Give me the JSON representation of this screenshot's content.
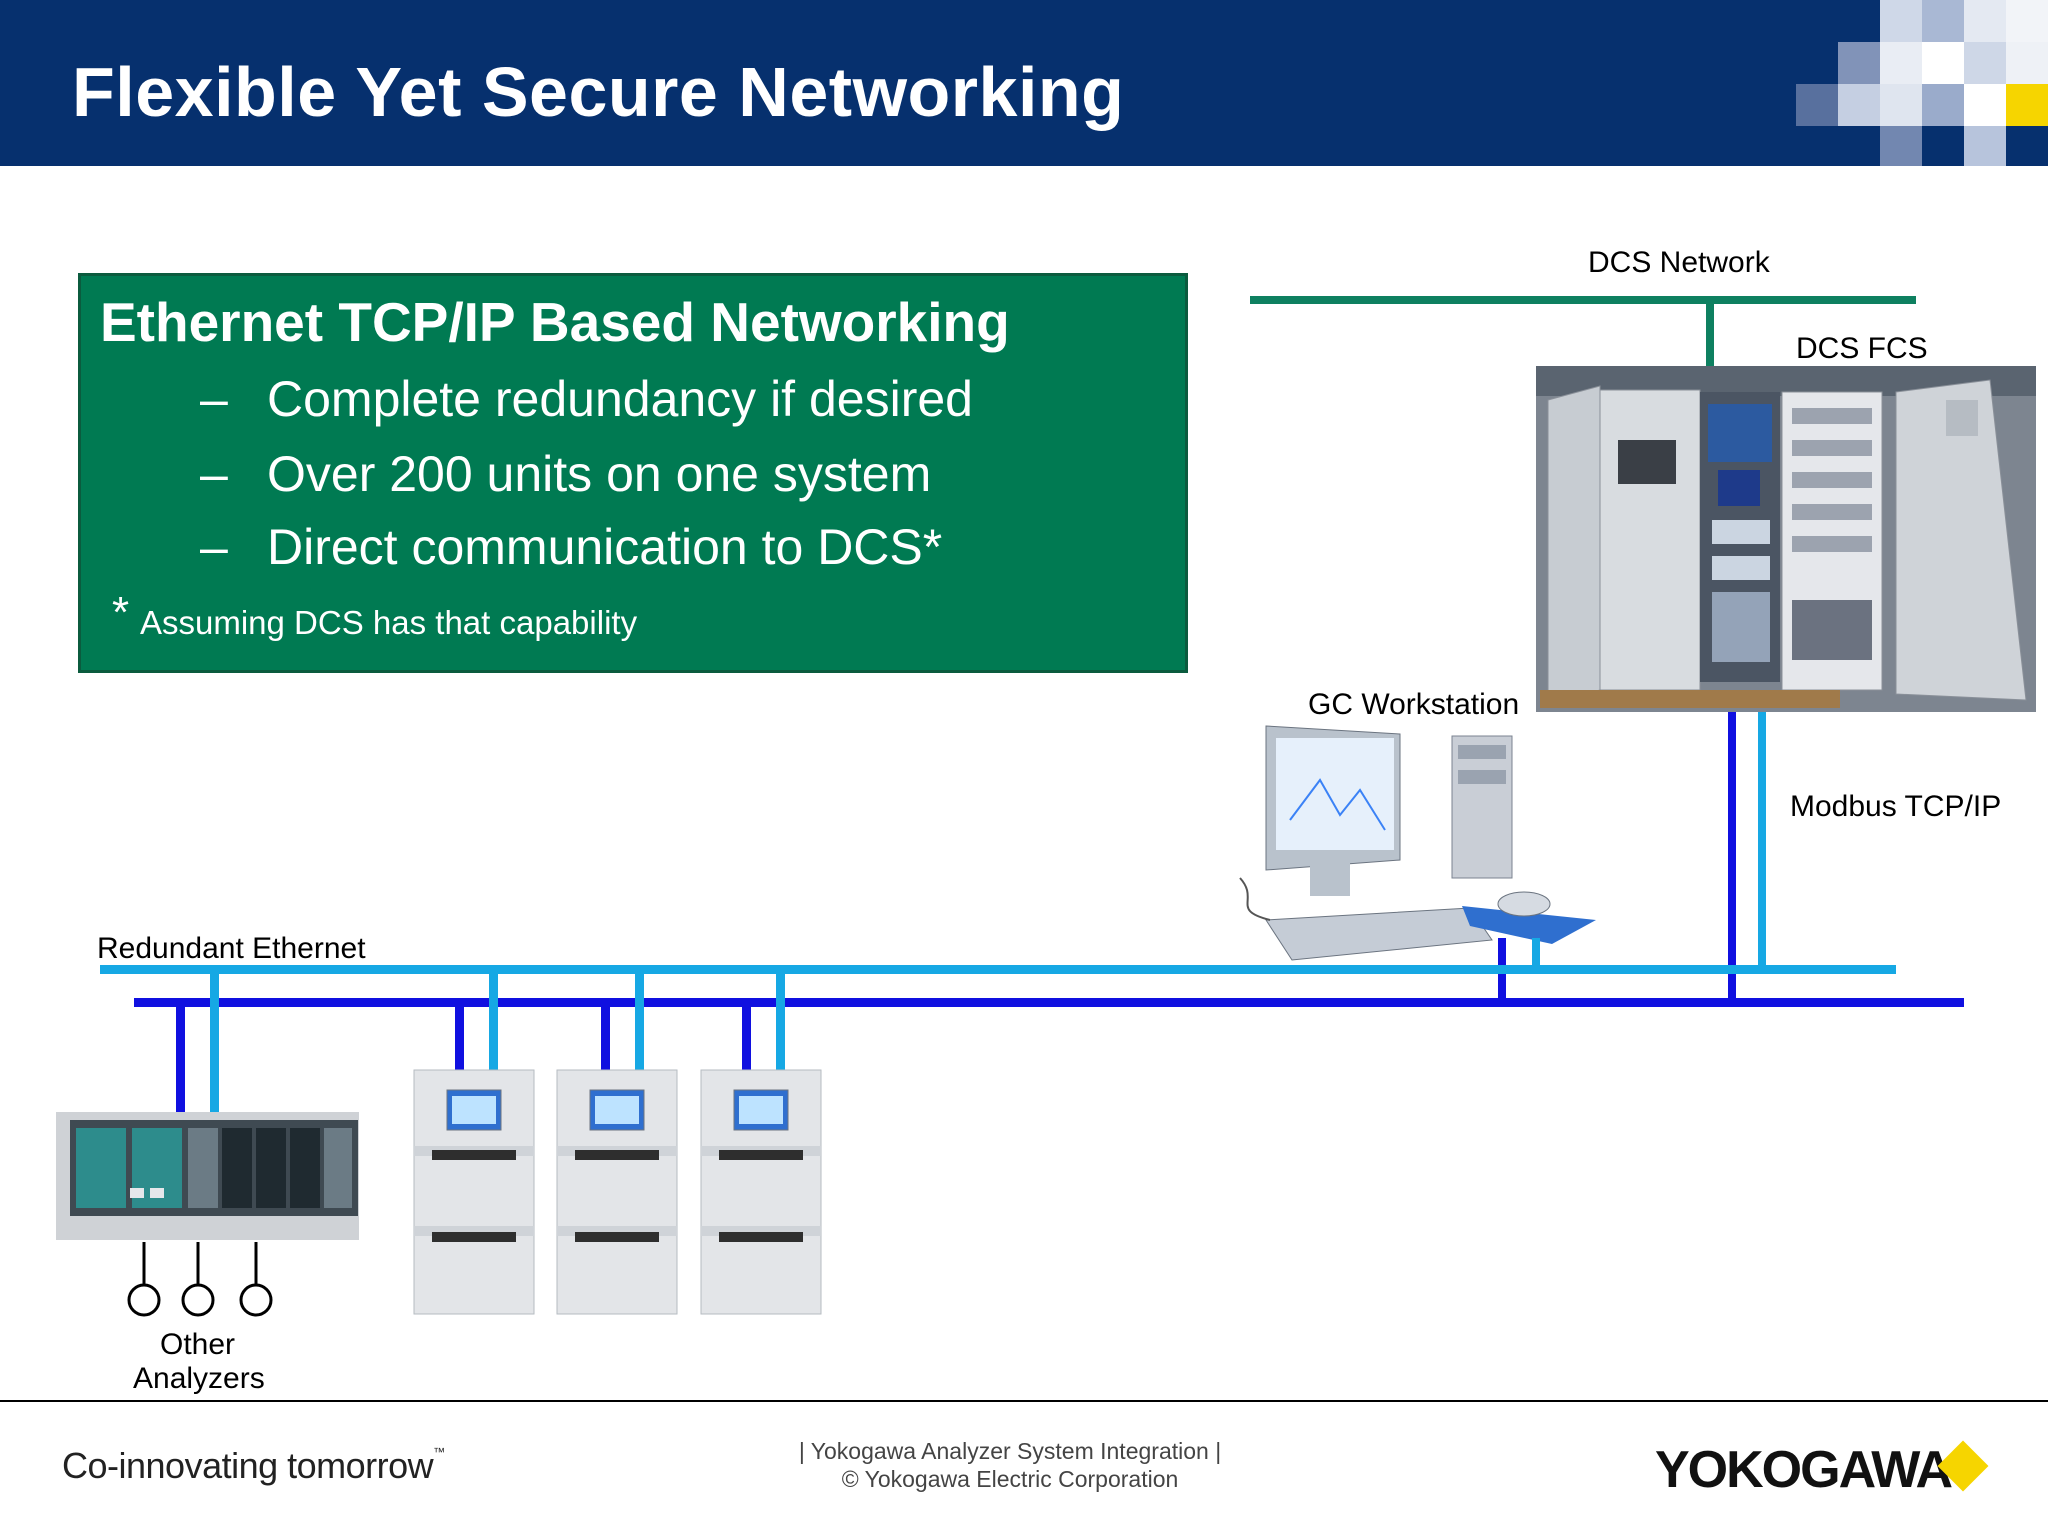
{
  "header": {
    "title": "Flexible Yet Secure Networking",
    "colors": {
      "background": "#06306e",
      "mosaic_light": "#c8d3e6",
      "accent": "#f6d500"
    }
  },
  "feature_box": {
    "title": "Ethernet TCP/IP Based Networking",
    "bullets": [
      "Complete redundancy if desired",
      "Over 200 units on one system",
      "Direct communication to DCS*"
    ],
    "dash": "–",
    "footnote_star": "*",
    "footnote": "Assuming DCS has that capability",
    "color": "#007a52"
  },
  "diagram": {
    "dcs_network_label": "DCS Network",
    "dcs_fcs_label": "DCS FCS",
    "gc_workstation_label": "GC Workstation",
    "modbus_label": "Modbus TCP/IP",
    "redundant_ethernet_label": "Redundant Ethernet",
    "other_analyzers_label_line1": "Other",
    "other_analyzers_label_line2": "Analyzers",
    "colors": {
      "dcs_network": "#0e8060",
      "ethernet_a": "#16a8e4",
      "ethernet_b": "#1010e0"
    }
  },
  "footer": {
    "tagline": "Co-innovating tomorrow",
    "tagline_tm": "™",
    "center_line1": "| Yokogawa Analyzer System Integration |",
    "center_line2": "© Yokogawa Electric Corporation",
    "brand": "YOKOGAWA"
  }
}
